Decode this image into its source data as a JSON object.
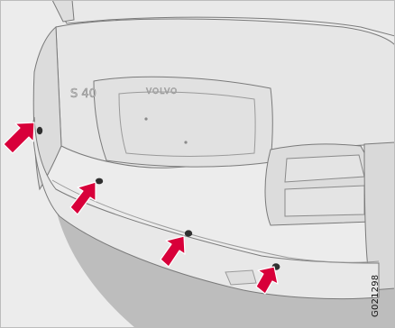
{
  "figure": {
    "code": "G021298",
    "badge_text": "S 40",
    "brand_text": "VOLVO",
    "sensor_count": 4,
    "colors": {
      "background": "#ececec",
      "car_fill": "#e6e6e6",
      "outline": "#7a7a7a",
      "shadow": "#bdbdbd",
      "arrow": "#d8003a",
      "sensor": "#2f2f2f"
    },
    "icons": [
      "arrow-icon",
      "parking-sensor-icon"
    ]
  }
}
